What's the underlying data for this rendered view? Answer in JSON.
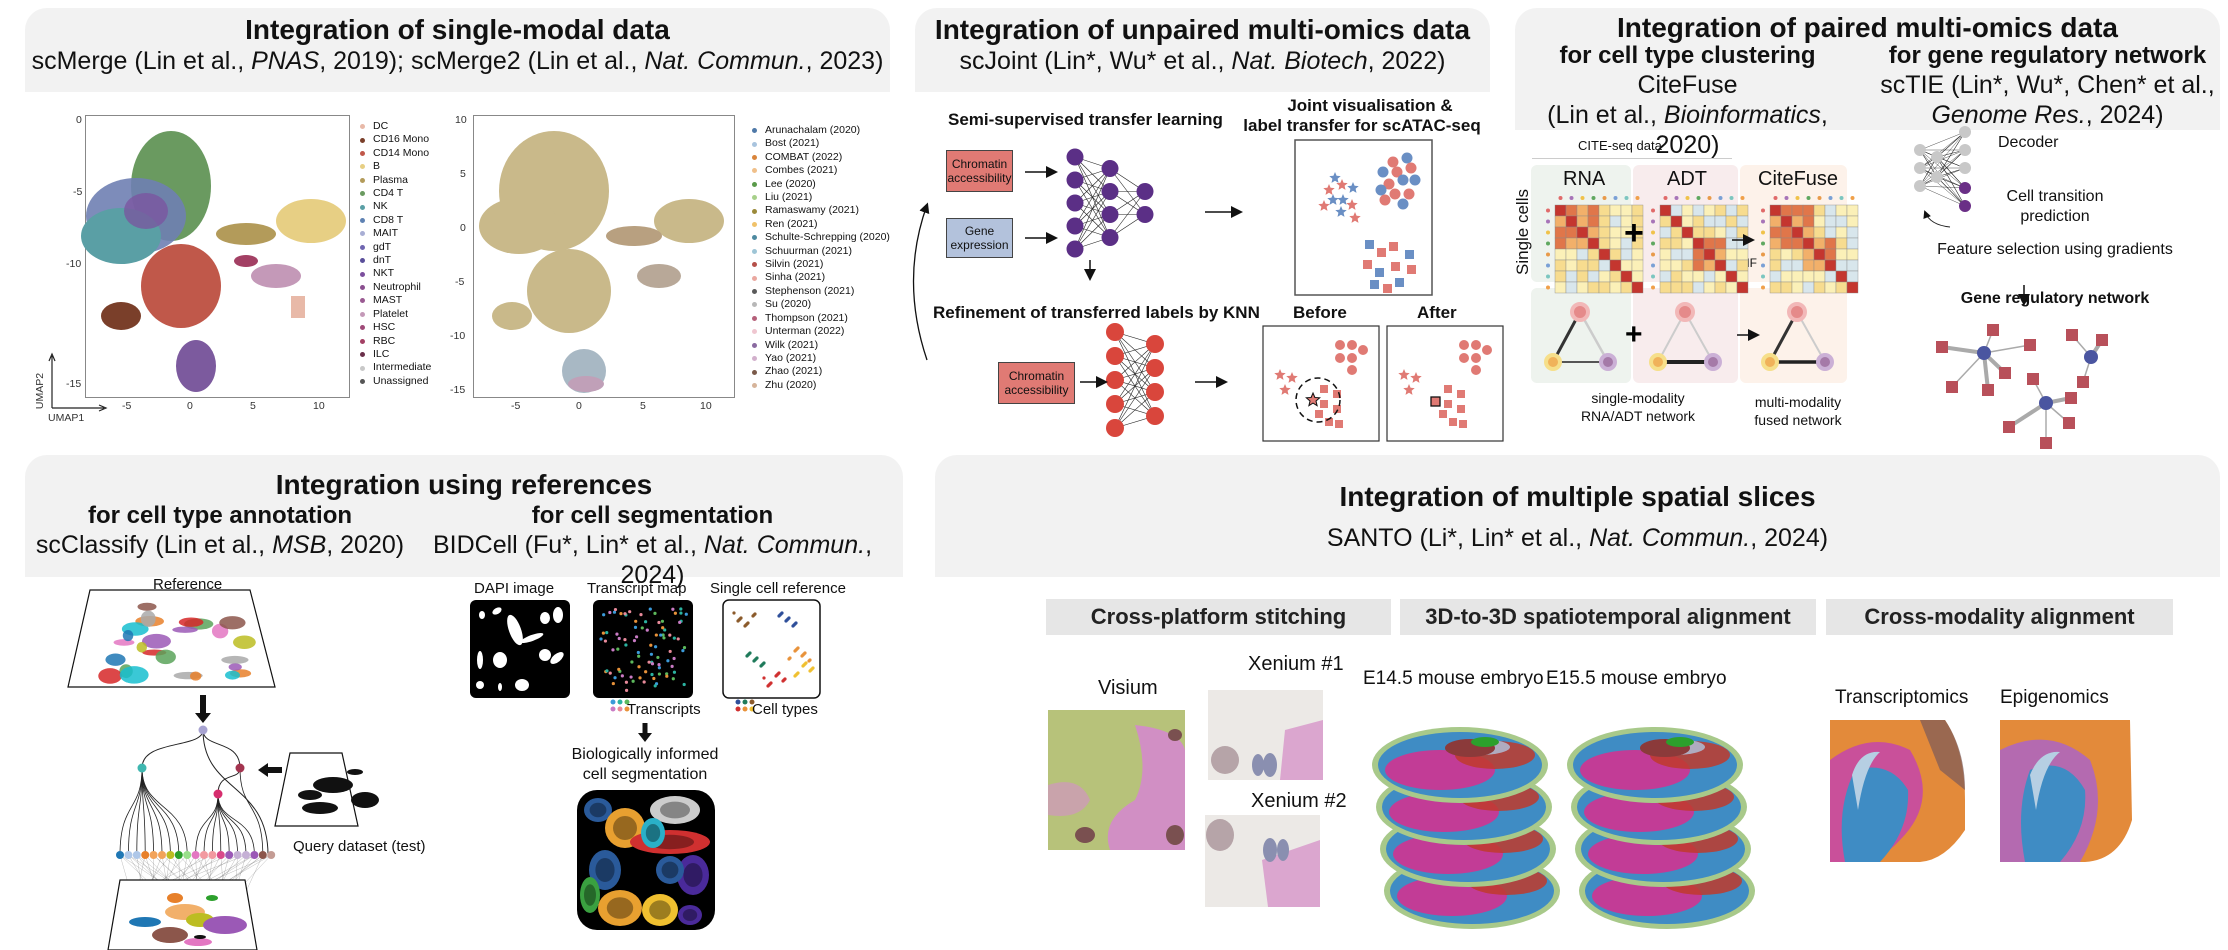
{
  "panels": {
    "single_modal": {
      "title": "Integration of single-modal data",
      "citation": {
        "p1": "scMerge (Lin et al., ",
        "j1": "PNAS",
        "p2": ", 2019); scMerge2 (Lin et al., ",
        "j2": "Nat. Commun.",
        "p3": ", 2023)"
      },
      "plot1": {
        "x_ticks": [
          "-5",
          "0",
          "5",
          "10"
        ],
        "y_ticks": [
          "0",
          "-5",
          "-10",
          "-15"
        ],
        "xlabel": "UMAP1",
        "ylabel": "UMAP2",
        "legend": [
          {
            "label": "DC",
            "color": "#e8b9a8"
          },
          {
            "label": "CD16 Mono",
            "color": "#7a3f2a"
          },
          {
            "label": "CD14 Mono",
            "color": "#c0584a"
          },
          {
            "label": "B",
            "color": "#e7cf84"
          },
          {
            "label": "Plasma",
            "color": "#b39b5a"
          },
          {
            "label": "CD4 T",
            "color": "#6a9a60"
          },
          {
            "label": "NK",
            "color": "#5a9fa5"
          },
          {
            "label": "CD8 T",
            "color": "#5f82b3"
          },
          {
            "label": "MAIT",
            "color": "#a8aed4"
          },
          {
            "label": "gdT",
            "color": "#6f66b0"
          },
          {
            "label": "dnT",
            "color": "#5a4f9a"
          },
          {
            "label": "NKT",
            "color": "#7c4f9e"
          },
          {
            "label": "Neutrophil",
            "color": "#8a4f8f"
          },
          {
            "label": "MAST",
            "color": "#9a5a92"
          },
          {
            "label": "Platelet",
            "color": "#c499b8"
          },
          {
            "label": "HSC",
            "color": "#9f4a78"
          },
          {
            "label": "RBC",
            "color": "#a34064"
          },
          {
            "label": "ILC",
            "color": "#6a2f4a"
          },
          {
            "label": "Intermediate",
            "color": "#c8c8c8"
          },
          {
            "label": "Unassigned",
            "color": "#555555"
          }
        ]
      },
      "plot2": {
        "x_ticks": [
          "-5",
          "0",
          "5",
          "10"
        ],
        "y_ticks": [
          "10",
          "5",
          "0",
          "-5",
          "-10",
          "-15"
        ],
        "legend": [
          {
            "label": "Arunachalam (2020)",
            "color": "#4f79a8"
          },
          {
            "label": "Bost (2021)",
            "color": "#a9c4de"
          },
          {
            "label": "COMBAT (2022)",
            "color": "#d9853b"
          },
          {
            "label": "Combes (2021)",
            "color": "#f0c08a"
          },
          {
            "label": "Lee (2020)",
            "color": "#5a9a4a"
          },
          {
            "label": "Liu (2021)",
            "color": "#a7d08a"
          },
          {
            "label": "Ramaswamy (2021)",
            "color": "#9b8a3a"
          },
          {
            "label": "Ren (2021)",
            "color": "#f0c26a"
          },
          {
            "label": "Schulte-Schrepping (2020)",
            "color": "#4e8aa0"
          },
          {
            "label": "Schuurman (2021)",
            "color": "#9ec5d6"
          },
          {
            "label": "Silvin (2021)",
            "color": "#b5504a"
          },
          {
            "label": "Sinha (2021)",
            "color": "#eaa8a0"
          },
          {
            "label": "Stephenson (2021)",
            "color": "#5a5a5a"
          },
          {
            "label": "Su (2020)",
            "color": "#b8b8b8"
          },
          {
            "label": "Thompson (2021)",
            "color": "#b5607a"
          },
          {
            "label": "Unterman (2022)",
            "color": "#efc6d0"
          },
          {
            "label": "Wilk (2021)",
            "color": "#8a6aa0"
          },
          {
            "label": "Yao (2021)",
            "color": "#d2b0cc"
          },
          {
            "label": "Zhao (2021)",
            "color": "#7a5a4a"
          },
          {
            "label": "Zhu (2020)",
            "color": "#d6b49a"
          }
        ]
      }
    },
    "unpaired": {
      "title": "Integration of unpaired multi-omics data",
      "citation": {
        "p1": "scJoint (Lin*, Wu* et al., ",
        "j1": "Nat. Biotech",
        "p2": ", 2022)"
      },
      "semi_supervised_label": "Semi-supervised transfer learning",
      "joint_vis_label_1": "Joint visualisation &",
      "joint_vis_label_2": "label transfer for scATAC-seq",
      "chromatin_label_1": "Chromatin",
      "chromatin_label_2": "accessibility",
      "gene_label_1": "Gene",
      "gene_label_2": "expression",
      "refinement_label": "Refinement  of transferred labels by KNN",
      "before_label": "Before",
      "after_label": "After",
      "colors": {
        "red": "#e07a74",
        "blue": "#6a8fc4",
        "purple": "#5b2f86",
        "nn_red": "#d9463c",
        "gene_box": "#b3c2dc"
      }
    },
    "paired": {
      "title": "Integration of paired multi-omics data",
      "left": {
        "subtitle": "for cell type clustering",
        "tool": "CiteFuse",
        "citation": {
          "p1": "(Lin et al., ",
          "j1": "Bioinformatics",
          "p2": ", 2020)"
        },
        "cite_seq_label": "CITE-seq data",
        "single_cells_label": "Single cells",
        "rna_label": "RNA",
        "adt_label": "ADT",
        "citefuse_label": "CiteFuse",
        "snf_label": "SNF",
        "single_modality_1": "single-modality",
        "single_modality_2": "RNA/ADT network",
        "multi_modality_1": "multi-modality",
        "multi_modality_2": "fused network"
      },
      "right": {
        "subtitle": "for gene regulatory network",
        "citation_1": "scTIE (Lin*, Wu*, Chen* et al.,",
        "citation_2": {
          "j1": "Genome Res.",
          "p2": ", 2024)"
        },
        "decoder_label": "Decoder",
        "cell_transition_1": "Cell transition",
        "cell_transition_2": "prediction",
        "feature_selection_label": "Feature selection using gradients",
        "grn_label": "Gene regulatory network"
      }
    },
    "references": {
      "title": "Integration using references",
      "left": {
        "subtitle": "for cell type annotation",
        "citation": {
          "p1": "scClassify (Lin et al., ",
          "j1": "MSB",
          "p2": ", 2020)"
        },
        "reference_label": "Reference",
        "query_label": "Query dataset (test)"
      },
      "right": {
        "subtitle": "for cell segmentation",
        "citation": {
          "p1": "BIDCell (Fu*, Lin* et al., ",
          "j1": "Nat. Commun.",
          "p2": ", 2024)"
        },
        "dapi_label": "DAPI image",
        "transcript_map_label": "Transcript map",
        "sc_ref_label": "Single cell reference",
        "transcripts_label": "Transcripts",
        "cell_types_label": "Cell types",
        "bio_seg_1": "Biologically informed",
        "bio_seg_2": "cell segmentation"
      }
    },
    "spatial": {
      "title": "Integration of multiple spatial slices",
      "citation": {
        "p1": "SANTO (Li*, Lin* et al., ",
        "j1": "Nat. Commun.",
        "p2": ", 2024)"
      },
      "tabs": [
        "Cross-platform stitching",
        "3D-to-3D spatiotemporal alignment",
        "Cross-modality alignment"
      ],
      "visium_label": "Visium",
      "xenium1_label": "Xenium #1",
      "xenium2_label": "Xenium #2",
      "e145_label": "E14.5 mouse embryo",
      "e155_label": "E15.5 mouse embryo",
      "transcriptomics_label": "Transcriptomics",
      "epigenomics_label": "Epigenomics"
    }
  }
}
